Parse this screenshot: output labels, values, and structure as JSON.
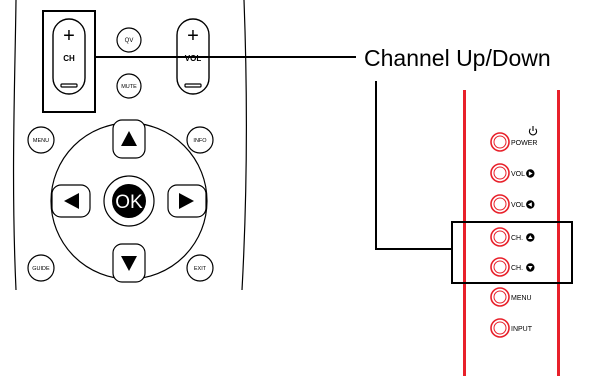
{
  "callout": {
    "label": "Channel Up/Down"
  },
  "remote": {
    "ch_plus": "+",
    "ch_label": "CH",
    "qv_label": "QV",
    "mute_label": "MUTE",
    "vol_plus": "+",
    "vol_label": "VOL",
    "menu_label": "MENU",
    "info_label": "INFO",
    "guide_label": "GUIDE",
    "exit_label": "EXIT",
    "ok_label": "OK"
  },
  "panel": {
    "power_icon": "power-icon",
    "buttons": [
      {
        "label": "POWER"
      },
      {
        "label": "VOL",
        "icon": "triangle-right-icon"
      },
      {
        "label": "VOL",
        "icon": "triangle-left-icon"
      },
      {
        "label": "CH.",
        "icon": "triangle-up-icon"
      },
      {
        "label": "CH.",
        "icon": "triangle-down-icon"
      },
      {
        "label": "MENU"
      },
      {
        "label": "INPUT"
      }
    ]
  },
  "colors": {
    "panel_rail": "#e8202a",
    "panel_button": "#e8202a",
    "outline": "#000000"
  }
}
